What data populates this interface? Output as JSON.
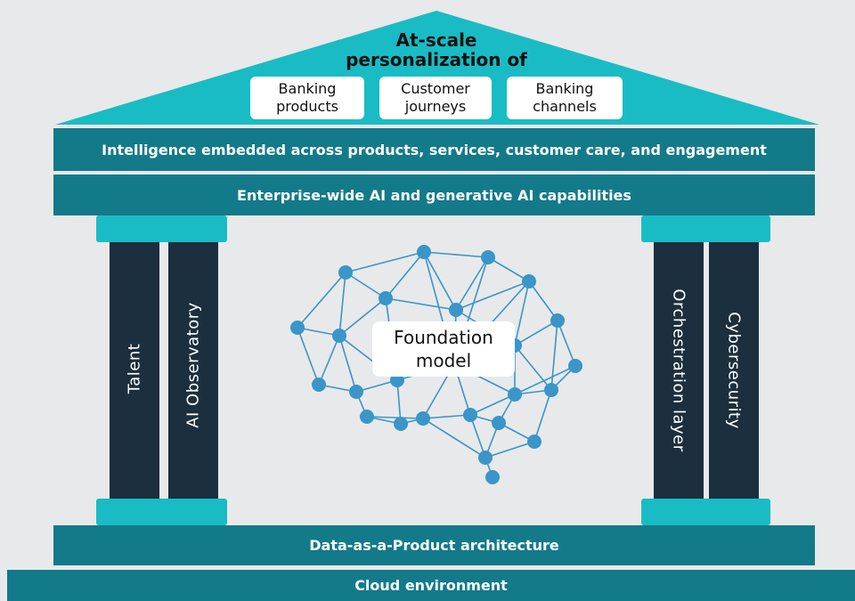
{
  "colors": {
    "background": "#e8e9ea",
    "roof": "#19bcc4",
    "band": "#137a8a",
    "pillar": "#1b2f3e",
    "cap": "#19bcc4",
    "network": "#3a95c8"
  },
  "roof": {
    "title_line1": "At-scale",
    "title_line2": "personalization of",
    "boxes": [
      {
        "line1": "Banking",
        "line2": "products"
      },
      {
        "line1": "Customer",
        "line2": "journeys"
      },
      {
        "line1": "Banking",
        "line2": "channels"
      }
    ]
  },
  "bands": {
    "intelligence": "Intelligence embedded across products, services, customer care, and engagement",
    "enterprise": "Enterprise-wide AI and generative AI capabilities",
    "data": "Data-as-a-Product architecture",
    "cloud": "Cloud environment"
  },
  "pillars": {
    "talent": "Talent",
    "observatory": "AI Observatory",
    "orchestration": "Orchestration layer",
    "cybersecurity": "Cybersecurity"
  },
  "center": {
    "line1": "Foundation",
    "line2": "model",
    "network_icon": "brain-network-icon"
  }
}
